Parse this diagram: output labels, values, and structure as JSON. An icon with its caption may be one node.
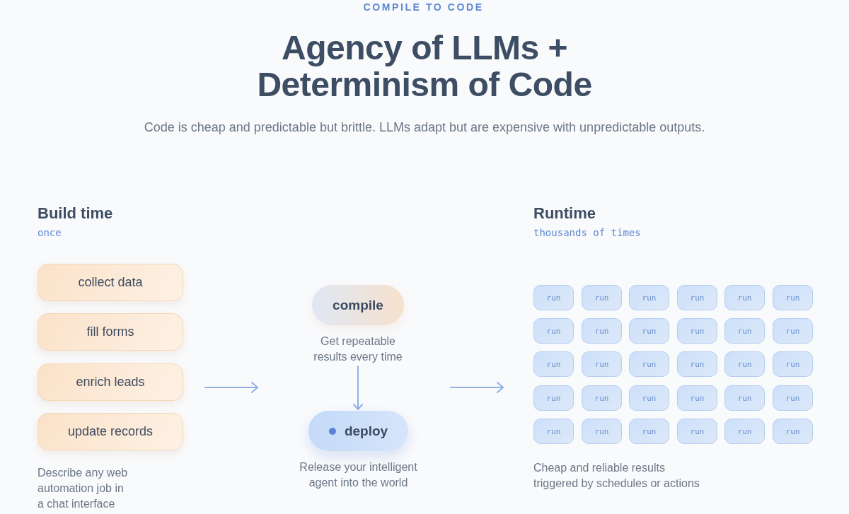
{
  "diagram": {
    "title": "Agency of LLMs + Determinism of Code",
    "nodes": [
      {
        "text": [
          "collect data"
        ]
      },
      {
        "text": [
          "fill forms"
        ]
      },
      {
        "text": [
          "enrich leads"
        ]
      },
      {
        "text": [
          "update records"
        ]
      },
      {
        "text": [
          "compile"
        ],
        "beside": [
          "Get repeatable results every time"
        ]
      },
      {
        "text": [
          "deploy"
        ],
        "beside": [
          "Release your intelligent agent into the world"
        ]
      },
      {
        "text": [
          "run"
        ]
      },
      {
        "text": [
          "run"
        ]
      },
      {
        "text": [
          "run"
        ]
      },
      {
        "text": [
          "run"
        ]
      },
      {
        "text": [
          "run"
        ]
      },
      {
        "text": [
          "run"
        ]
      },
      {
        "text": [
          "run"
        ]
      },
      {
        "text": [
          "run"
        ]
      },
      {
        "text": [
          "run"
        ]
      },
      {
        "text": [
          "run"
        ]
      },
      {
        "text": [
          "run"
        ]
      },
      {
        "text": [
          "run"
        ]
      },
      {
        "text": [
          "run"
        ]
      },
      {
        "text": [
          "run"
        ]
      },
      {
        "text": [
          "run"
        ]
      },
      {
        "text": [
          "run"
        ]
      },
      {
        "text": [
          "run"
        ]
      },
      {
        "text": [
          "run"
        ]
      },
      {
        "text": [
          "run"
        ]
      },
      {
        "text": [
          "run"
        ]
      },
      {
        "text": [
          "run"
        ]
      },
      {
        "text": [
          "run"
        ]
      },
      {
        "text": [
          "run"
        ]
      },
      {
        "text": [
          "run"
        ]
      },
      {
        "text": [
          "run"
        ]
      },
      {
        "text": [
          "run"
        ]
      },
      {
        "text": [
          "run"
        ]
      },
      {
        "text": [
          "run"
        ]
      },
      {
        "text": [
          "run"
        ]
      },
      {
        "text": [
          "run"
        ]
      }
    ],
    "edges": [
      {
        "from": 4,
        "to": 5,
        "arrow": "to"
      }
    ],
    "labels": [
      "COMPILE TO CODE",
      "Code is cheap and predictable but brittle. LLMs adapt but are expensive with unpredictable outputs.",
      "Build time",
      "once",
      "Runtime",
      "thousands of times",
      "Describe any web automation job in a chat interface",
      "Cheap and reliable results triggered by schedules or actions"
    ]
  }
}
